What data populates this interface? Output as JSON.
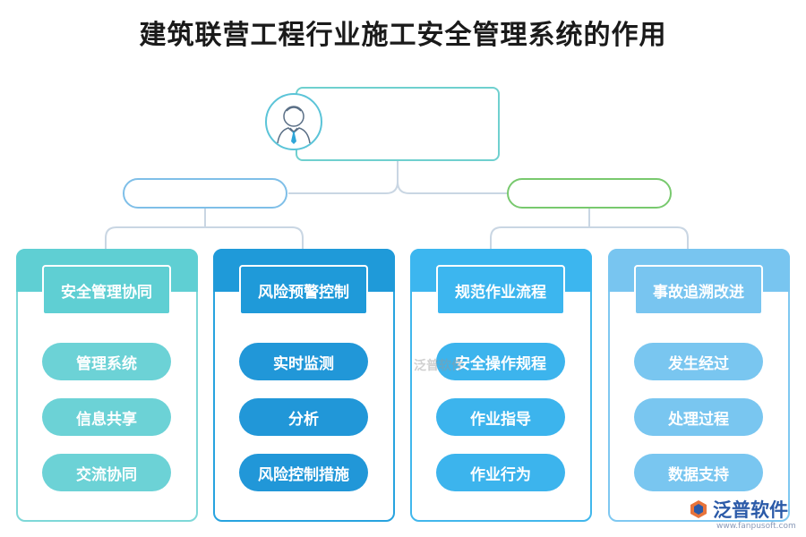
{
  "title": "建筑联营工程行业施工安全管理系统的作用",
  "root": {
    "icon": "person-tie-icon"
  },
  "branches": [
    {
      "color": "#7fbfe8"
    },
    {
      "color": "#78c96e"
    }
  ],
  "columns": [
    {
      "heading": "安全管理协同",
      "color": "#5fcfd3",
      "items": [
        "管理系统",
        "信息共享",
        "交流协同"
      ]
    },
    {
      "heading": "风险预警控制",
      "color": "#1f9ad9",
      "items": [
        "实时监测",
        "分析",
        "风险控制措施"
      ]
    },
    {
      "heading": "规范作业流程",
      "color": "#3cb6ef",
      "items": [
        "安全操作规程",
        "作业指导",
        "作业行为"
      ]
    },
    {
      "heading": "事故追溯改进",
      "color": "#78c5f0",
      "items": [
        "发生经过",
        "处理过程",
        "数据支持"
      ]
    }
  ],
  "watermark": "泛普软件",
  "brand": {
    "name": "泛普软件",
    "url": "www.fanpusoft.com",
    "icon": "fanpu-logo-icon"
  }
}
